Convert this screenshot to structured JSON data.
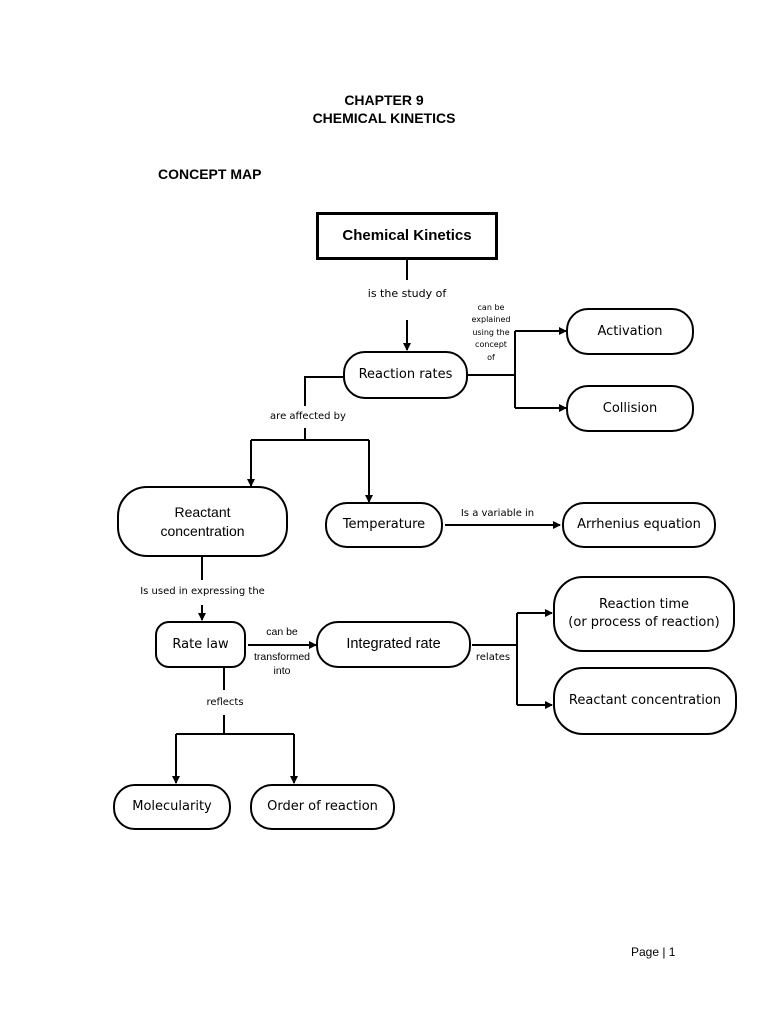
{
  "header": {
    "chapter": "CHAPTER 9",
    "chapter_title": "CHEMICAL KINETICS",
    "section": "CONCEPT MAP"
  },
  "nodes": {
    "chemical_kinetics": "Chemical Kinetics",
    "reaction_rates": "Reaction rates",
    "activation": "Activation",
    "collision": "Collision",
    "reactant_concentration": "Reactant concentration",
    "temperature": "Temperature",
    "arrhenius": "Arrhenius equation",
    "rate_law": "Rate law",
    "integrated_rate": "Integrated rate",
    "reaction_time_line1": "Reaction time",
    "reaction_time_line2": "(or process of reaction)",
    "reactant_concentration_2": "Reactant concentration",
    "molecularity": "Molecularity",
    "order_of_reaction": "Order of reaction"
  },
  "links": {
    "is_study_of": "is the study of",
    "can_be_explained": [
      "can be",
      "explained",
      "using the",
      "concept",
      "of"
    ],
    "are_affected_by": "are affected by",
    "is_variable_in": "Is a variable in",
    "is_used_in": "Is used in expressing the",
    "can_be": "can be",
    "transformed_into": [
      "transformed",
      "into"
    ],
    "relates": "relates",
    "reflects": "reflects"
  },
  "footer": {
    "page": "Page | 1"
  }
}
